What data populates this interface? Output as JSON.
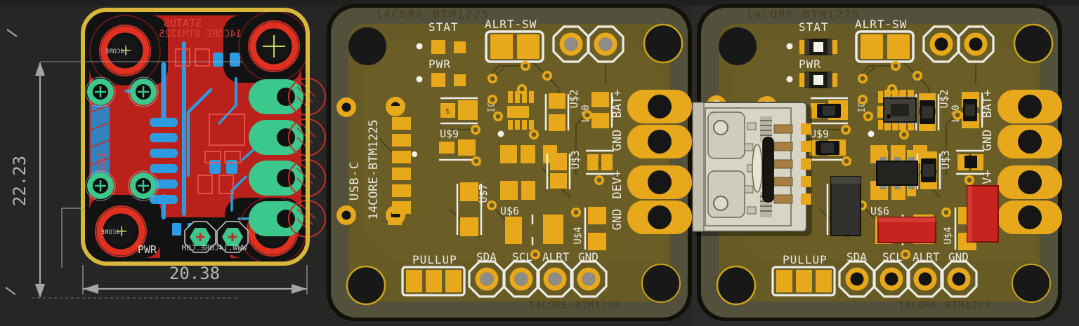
{
  "layout": {
    "height_dim": "22.23",
    "width_dim": "20.38",
    "silk_status": "STATUS",
    "silk_title": "14CORE BTM1225",
    "silk_pwr": "PWR",
    "silk_url": "WWW.14CORE.COM",
    "edge_text": "14CORE",
    "hole_text": "14CORE"
  },
  "board": {
    "faint_title_top": "14CORE BTM1225",
    "faint_title_bottom": "14CORE-BTM1225",
    "usb_label": "USB-C",
    "board_name": "14CORE-BTM1225",
    "leds": {
      "stat": "STAT",
      "pwr": "PWR"
    },
    "switch_label": "ALRT-SW",
    "header": {
      "pullup": "PULLUP",
      "sda": "SDA",
      "scl": "SCL",
      "alrt": "ALRT",
      "gnd": "GND"
    },
    "power": {
      "bat": "BAT+",
      "gnd_top": "GND",
      "dev": "DEV+",
      "gnd_bottom": "GND"
    },
    "refs": {
      "u9": "U$9",
      "u7": "U$7",
      "u6": "U$6",
      "u2": "U$2",
      "u3": "U$3",
      "u4": "U$4",
      "l0": "L$0",
      "ic": "IC"
    },
    "marking_dollar": "$"
  },
  "colors": {
    "background": "#262624",
    "copper_red": "#b9211a",
    "board_outline_yellow": "#d9b63c",
    "trace_blue": "#2d9be0",
    "pad_green": "#3cc78c",
    "soldermask_olive": "#665b25",
    "pad_yellow": "#e8a81c",
    "silkscreen_white": "#eceae3",
    "component_red": "#c8241f",
    "dimension_grey": "#a5a5a5"
  }
}
